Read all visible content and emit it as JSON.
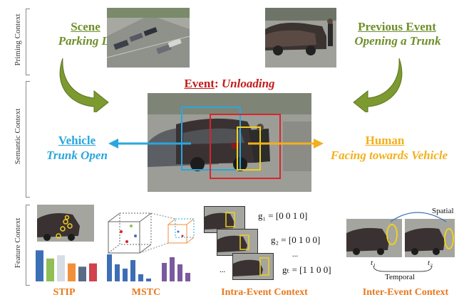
{
  "side_labels": {
    "priming": "Priming Context",
    "semantic": "Semantic Context",
    "feature": "Feature Context"
  },
  "scene": {
    "heading": "Scene",
    "value": "Parking Lot"
  },
  "previous_event": {
    "heading": "Previous Event",
    "value": "Opening a Trunk"
  },
  "event": {
    "heading": "Event",
    "sep": ":",
    "value": "Unloading"
  },
  "vehicle": {
    "heading": "Vehicle",
    "value": "Trunk Open"
  },
  "human": {
    "heading": "Human",
    "value": "Facing towards Vehicle"
  },
  "features": {
    "stip": "STIP",
    "mstc": "MSTC",
    "intra": "Intra-Event Context",
    "inter": "Inter-Event Context"
  },
  "equations": {
    "g1": "g₁ = [0 0 1 0]",
    "g2": "g₂ = [0 1 0 0]",
    "gt": "gₜ = [1 1 0 0]",
    "dots1": "...",
    "dots2": "..."
  },
  "inter_labels": {
    "spatial": "Spatial",
    "temporal": "Temporal",
    "t1": "t₁",
    "t2": "t₂"
  },
  "colors": {
    "green": "#6f8f2b",
    "red": "#c21c1c",
    "blue": "#2aa6dd",
    "orange": "#f2b01c",
    "feature_orange": "#e8781c"
  },
  "stip_bars": {
    "values": [
      0.95,
      0.7,
      0.8,
      0.55,
      0.45,
      0.55
    ],
    "colors": [
      "#3d6fb5",
      "#8fbf55",
      "#d8dce5",
      "#f28f3b",
      "#5b6a86",
      "#d1414e"
    ]
  },
  "mstc_bars": {
    "values": [
      0.95,
      0.6,
      0.45,
      0.75,
      0.25,
      0.1,
      0.05,
      0.65,
      0.85,
      0.6,
      0.3
    ],
    "colors": [
      "#3d6fb5",
      "#3d6fb5",
      "#3d6fb5",
      "#3d6fb5",
      "#3d6fb5",
      "#3d6fb5",
      "#ffffff",
      "#7a5a9e",
      "#7a5a9e",
      "#7a5a9e",
      "#7a5a9e"
    ]
  }
}
